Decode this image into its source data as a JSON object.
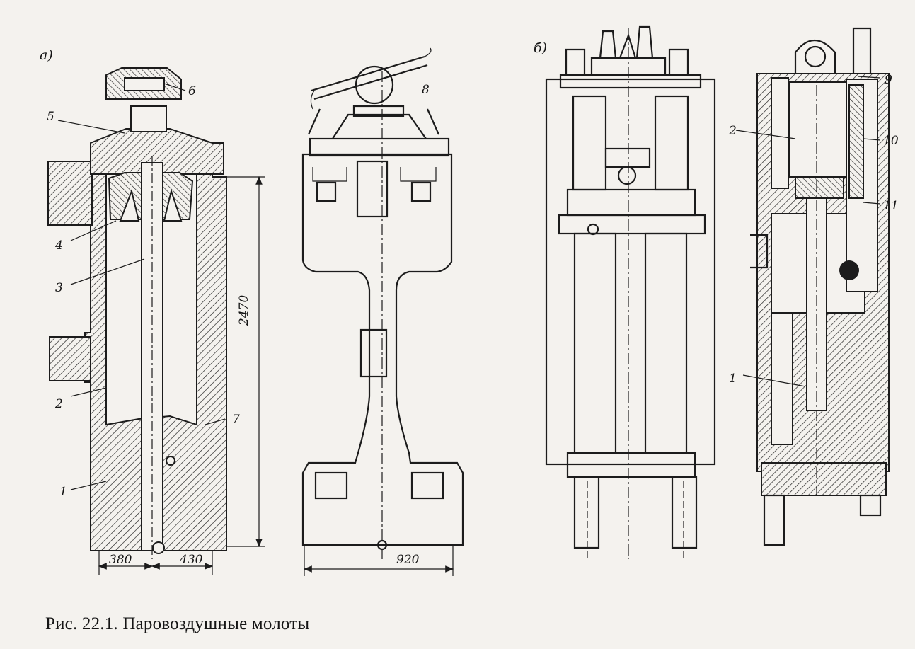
{
  "figure": {
    "caption": "Рис. 22.1. Паровоздушные молоты",
    "panel_a_label": "а)",
    "panel_b_label": "б)",
    "part_labels": {
      "p1_a": "1",
      "p2_a": "2",
      "p3_a": "3",
      "p4_a": "4",
      "p5_a": "5",
      "p6_a": "6",
      "p7_a": "7",
      "p8_a": "8",
      "p1_b": "1",
      "p2_b": "2",
      "p9_b": "9",
      "p10_b": "10",
      "p11_b": "11"
    },
    "dimensions": {
      "height": "2470",
      "left_width": "380",
      "right_width": "430",
      "base_width": "920"
    }
  },
  "colors": {
    "paper": "#f4f2ee",
    "ink": "#1c1c1c"
  }
}
